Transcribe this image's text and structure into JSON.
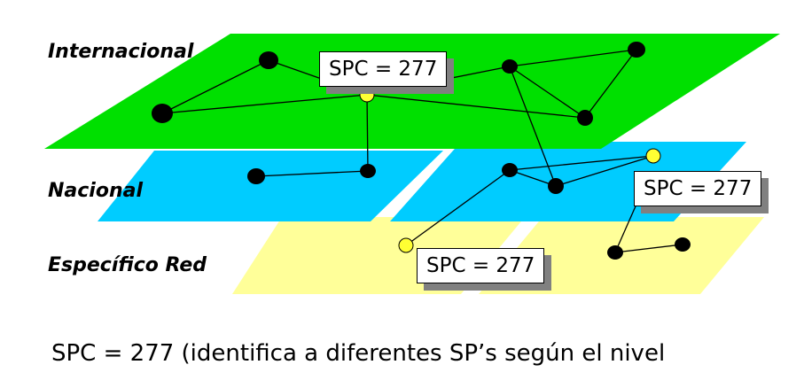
{
  "labels": {
    "internacional": "Internacional",
    "nacional": "Nacional",
    "especifico": "Específico Red"
  },
  "callouts": {
    "top": "SPC = 277",
    "right": "SPC = 277",
    "bottom": "SPC = 277"
  },
  "caption": "SPC = 277 (identifica a diferentes SP’s según el nivel",
  "colors": {
    "internacional": "#00e000",
    "nacional": "#00ccff",
    "especifico": "#ffff99",
    "node": "#000000",
    "spc_node": "#ffff33"
  }
}
